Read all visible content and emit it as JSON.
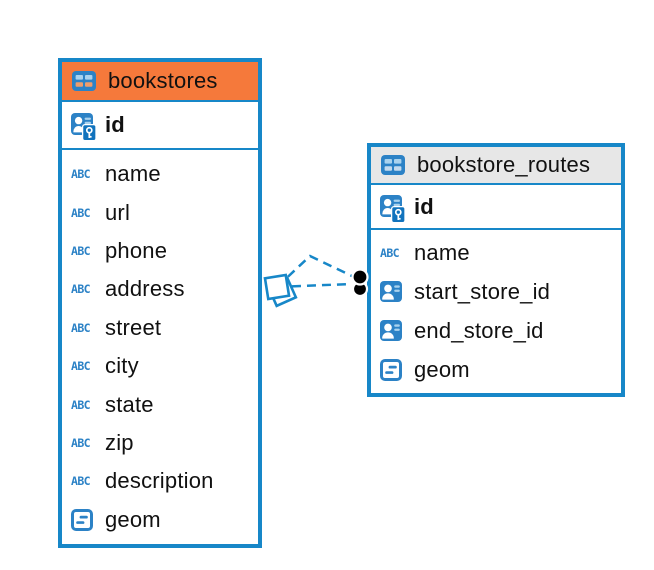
{
  "diagram": {
    "background": "#ffffff",
    "accent_blue": "#1787c8",
    "icon_blue": "#2c82c6",
    "icon_light_blue": "#a9d2ee",
    "text_color": "#111111"
  },
  "icons": {
    "abc_label": "ABC"
  },
  "tables": [
    {
      "name": "bookstores",
      "header_color": "#f5793b",
      "icon": "table-icon",
      "primary_key": {
        "name": "id",
        "icon": "person-key-icon"
      },
      "columns": [
        {
          "name": "name",
          "icon": "abc-text-icon"
        },
        {
          "name": "url",
          "icon": "abc-text-icon"
        },
        {
          "name": "phone",
          "icon": "abc-text-icon"
        },
        {
          "name": "address",
          "icon": "abc-text-icon"
        },
        {
          "name": "street",
          "icon": "abc-text-icon"
        },
        {
          "name": "city",
          "icon": "abc-text-icon"
        },
        {
          "name": "state",
          "icon": "abc-text-icon"
        },
        {
          "name": "zip",
          "icon": "abc-text-icon"
        },
        {
          "name": "description",
          "icon": "abc-text-icon"
        },
        {
          "name": "geom",
          "icon": "geometry-icon"
        }
      ]
    },
    {
      "name": "bookstore_routes",
      "header_color": "#e7e7e7",
      "icon": "table-icon",
      "primary_key": {
        "name": "id",
        "icon": "person-key-icon"
      },
      "columns": [
        {
          "name": "name",
          "icon": "abc-text-icon"
        },
        {
          "name": "start_store_id",
          "icon": "person-ref-icon"
        },
        {
          "name": "end_store_id",
          "icon": "person-ref-icon"
        },
        {
          "name": "geom",
          "icon": "geometry-icon"
        }
      ]
    }
  ],
  "relationships": [
    {
      "from": "bookstores",
      "to": "bookstore_routes",
      "line_style": "dashed",
      "source_marker": "diamond",
      "target_marker": "dot"
    },
    {
      "from": "bookstores",
      "to": "bookstore_routes",
      "line_style": "dashed",
      "source_marker": "diamond",
      "target_marker": "dot"
    }
  ]
}
